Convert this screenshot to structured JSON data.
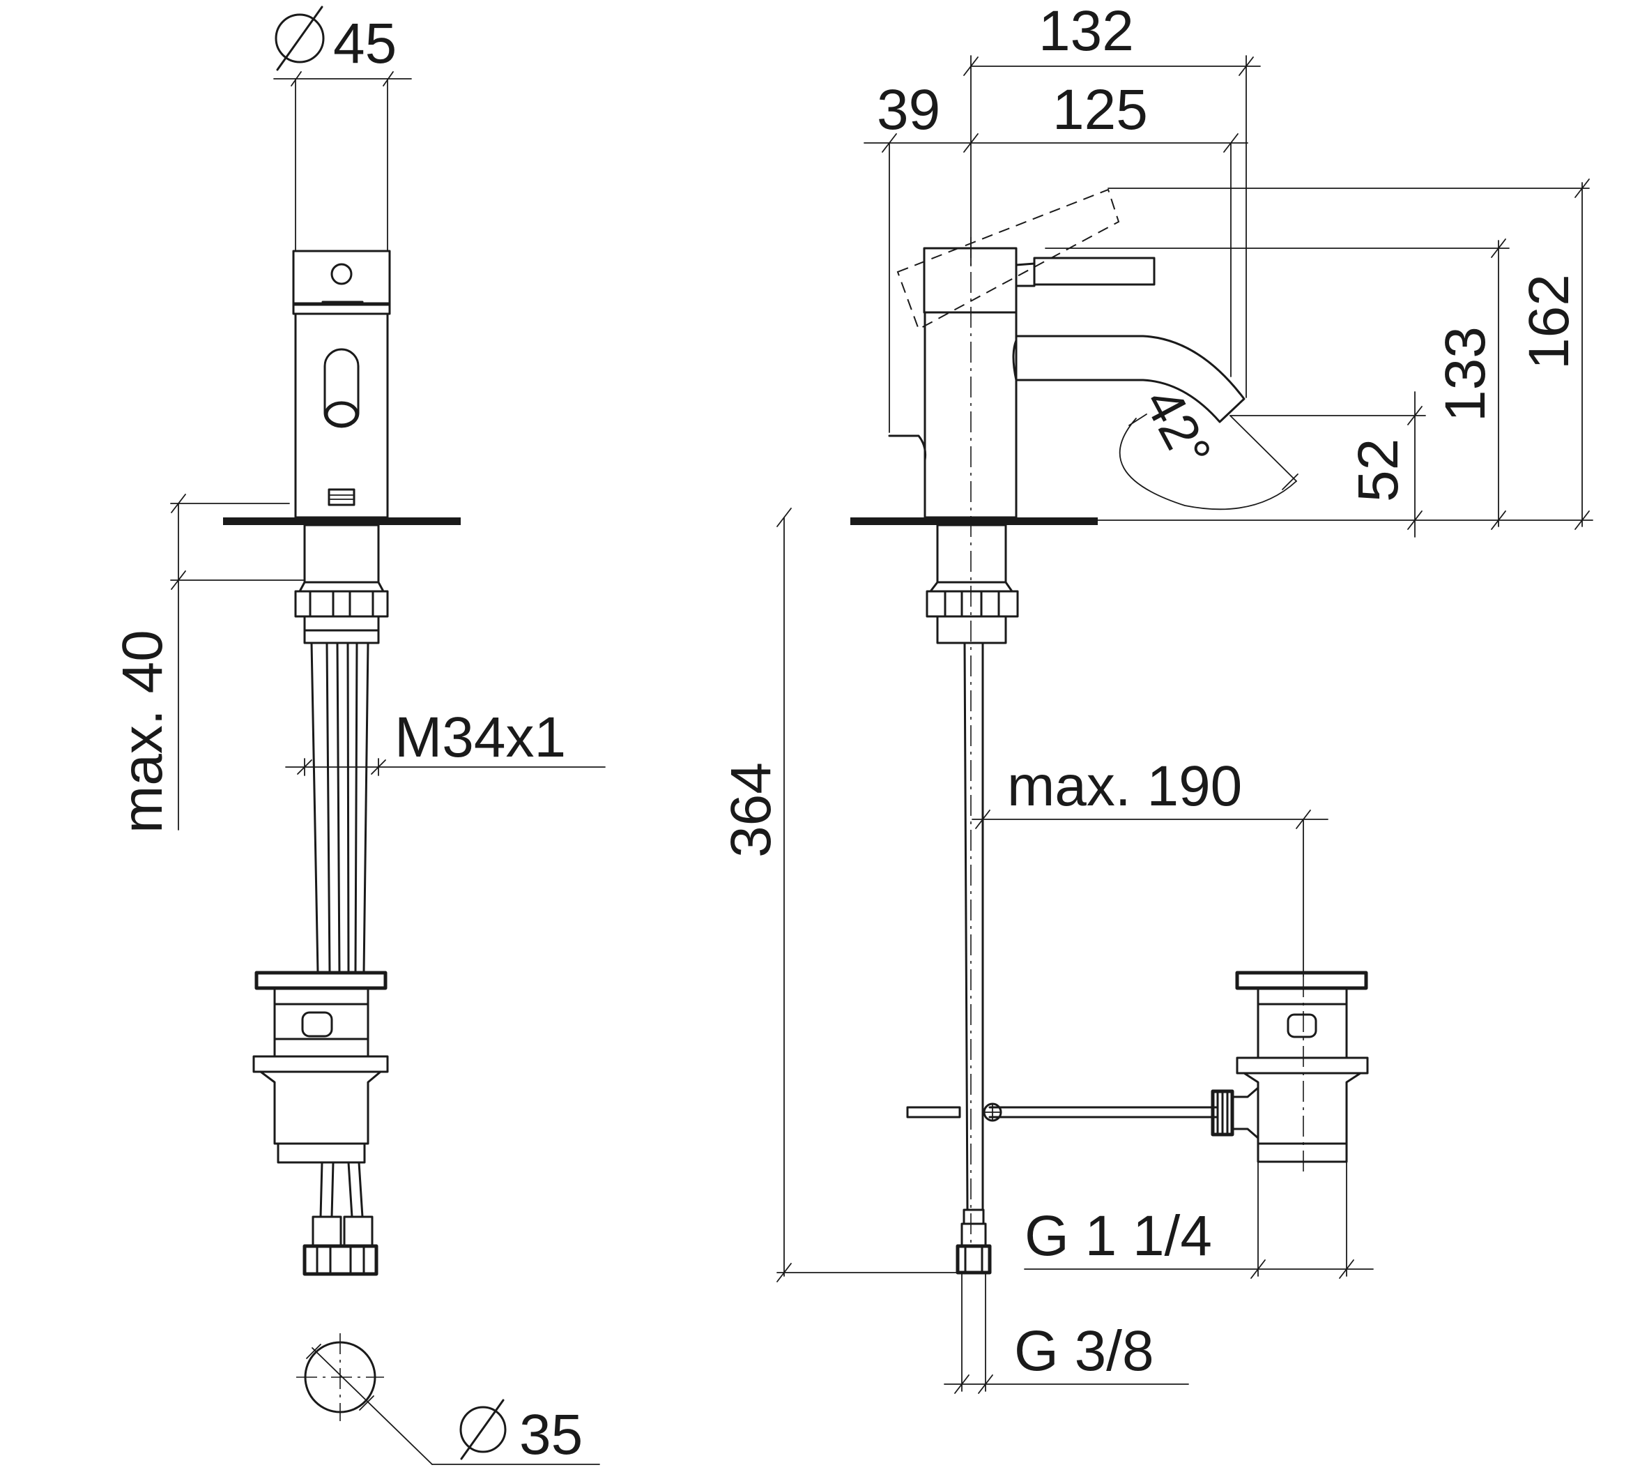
{
  "dimensions": {
    "d45": "45",
    "max40": "max. 40",
    "m34": "M34x1",
    "d35": "35",
    "d132": "132",
    "d39": "39",
    "d125": "125",
    "d162": "162",
    "d133": "133",
    "d52": "52",
    "angle": "42°",
    "d364": "364",
    "max190": "max. 190",
    "g114": "G 1 1/4",
    "g38": "G 3/8"
  },
  "colors": {
    "line": "#1a1a1a",
    "background": "#ffffff"
  }
}
